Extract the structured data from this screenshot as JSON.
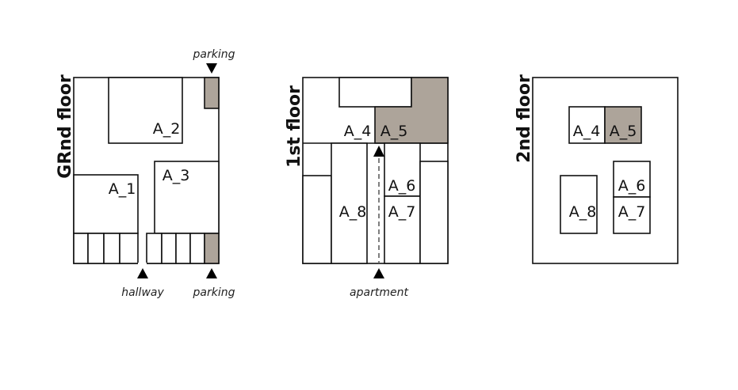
{
  "colors": {
    "shaded": "#ada49a",
    "line": "#111111"
  },
  "ground": {
    "title": "GRnd floor",
    "units": [
      "A_1",
      "A_2",
      "A_3"
    ],
    "parking_top": "parking",
    "parking_bottom": "parking",
    "hallway": "hallway"
  },
  "first": {
    "title": "1st floor",
    "units": [
      "A_4",
      "A_5",
      "A_6",
      "A_7",
      "A_8"
    ],
    "entrance": "apartment"
  },
  "second": {
    "title": "2nd floor",
    "units": [
      "A_4",
      "A_5",
      "A_6",
      "A_7",
      "A_8"
    ]
  }
}
